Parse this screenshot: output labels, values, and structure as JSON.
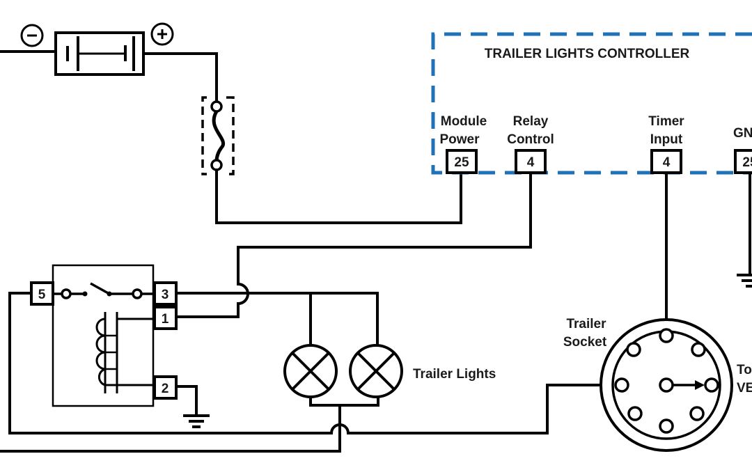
{
  "diagram": {
    "title": "Trailer lights wiring schematic",
    "battery": {
      "negative_symbol": "−",
      "positive_symbol": "+"
    },
    "controller": {
      "title": "TRAILER LIGHTS CONTROLLER",
      "border_color": "#1f72b8",
      "pins": [
        {
          "label_line1": "Module",
          "label_line2": "Power",
          "number": "25"
        },
        {
          "label_line1": "Relay",
          "label_line2": "Control",
          "number": "4"
        },
        {
          "label_line1": "Timer",
          "label_line2": "Input",
          "number": "4"
        },
        {
          "label_line1": "GND",
          "label_line2": "",
          "number": "25"
        }
      ]
    },
    "relay": {
      "pins": [
        "5",
        "3",
        "1",
        "2"
      ]
    },
    "lights": {
      "label": "Trailer Lights"
    },
    "socket": {
      "label_line1": "Trailer",
      "label_line2": "Socket"
    },
    "vehicle": {
      "label_line1": "To",
      "label_line2": "VEHICLE"
    }
  }
}
